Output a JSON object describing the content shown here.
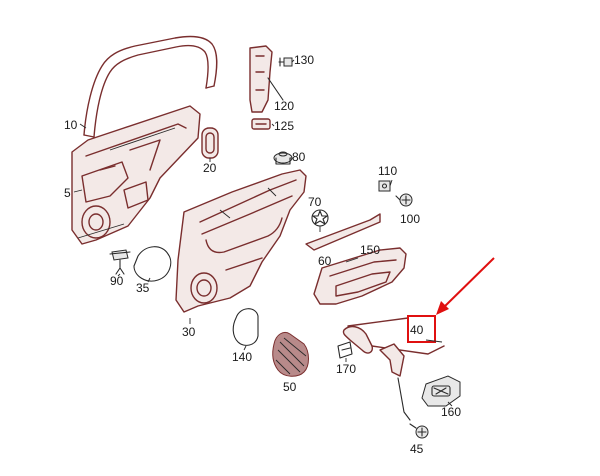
{
  "colors": {
    "part_outline": "#7a2e2e",
    "hardware_outline": "#2a2a2a",
    "highlight": "#e01010"
  },
  "highlighted_part": "40",
  "labels": {
    "p10": "10",
    "p5": "5",
    "p130": "130",
    "p120": "120",
    "p125": "125",
    "p20": "20",
    "p80": "80",
    "p110": "110",
    "p100": "100",
    "p70": "70",
    "p60": "60",
    "p150": "150",
    "p90": "90",
    "p35": "35",
    "p30": "30",
    "p40": "40",
    "p140": "140",
    "p50": "50",
    "p170": "170",
    "p160": "160",
    "p45": "45"
  }
}
